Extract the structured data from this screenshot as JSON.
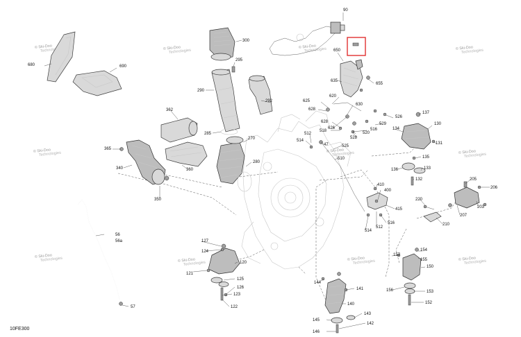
{
  "diagram": {
    "code": "10FE300",
    "watermark": {
      "line1": "© Ski-Doo",
      "line2": "Technologies"
    },
    "highlight_color": "#e23030",
    "labels": [
      {
        "text": "90"
      },
      {
        "text": "300"
      },
      {
        "text": "680"
      },
      {
        "text": "690"
      },
      {
        "text": "650"
      },
      {
        "text": "295"
      },
      {
        "text": "635"
      },
      {
        "text": "655"
      },
      {
        "text": "290"
      },
      {
        "text": "292"
      },
      {
        "text": "620"
      },
      {
        "text": "625"
      },
      {
        "text": "630"
      },
      {
        "text": "628"
      },
      {
        "text": "526"
      },
      {
        "text": "137"
      },
      {
        "text": "362"
      },
      {
        "text": "628"
      },
      {
        "text": "529"
      },
      {
        "text": "130"
      },
      {
        "text": "518"
      },
      {
        "text": "626"
      },
      {
        "text": "516"
      },
      {
        "text": "134"
      },
      {
        "text": "285"
      },
      {
        "text": "512"
      },
      {
        "text": "520"
      },
      {
        "text": "514"
      },
      {
        "text": "270"
      },
      {
        "text": "47"
      },
      {
        "text": "525"
      },
      {
        "text": "528"
      },
      {
        "text": "131"
      },
      {
        "text": "365"
      },
      {
        "text": "510"
      },
      {
        "text": "135"
      },
      {
        "text": "340"
      },
      {
        "text": "280"
      },
      {
        "text": "133"
      },
      {
        "text": "360"
      },
      {
        "text": "136"
      },
      {
        "text": "132"
      },
      {
        "text": "410"
      },
      {
        "text": "205"
      },
      {
        "text": "206"
      },
      {
        "text": "400"
      },
      {
        "text": "350"
      },
      {
        "text": "220"
      },
      {
        "text": "203"
      },
      {
        "text": "415"
      },
      {
        "text": "207"
      },
      {
        "text": "516"
      },
      {
        "text": "210"
      },
      {
        "text": "514"
      },
      {
        "text": "512"
      },
      {
        "text": "56"
      },
      {
        "text": "56a"
      },
      {
        "text": "127"
      },
      {
        "text": "154"
      },
      {
        "text": "124"
      },
      {
        "text": "157"
      },
      {
        "text": "155"
      },
      {
        "text": "120"
      },
      {
        "text": "150"
      },
      {
        "text": "121"
      },
      {
        "text": "125"
      },
      {
        "text": "144"
      },
      {
        "text": "156"
      },
      {
        "text": "126"
      },
      {
        "text": "141"
      },
      {
        "text": "153"
      },
      {
        "text": "123"
      },
      {
        "text": "140"
      },
      {
        "text": "57"
      },
      {
        "text": "122"
      },
      {
        "text": "143"
      },
      {
        "text": "145"
      },
      {
        "text": "142"
      },
      {
        "text": "146"
      },
      {
        "text": "152"
      }
    ]
  }
}
